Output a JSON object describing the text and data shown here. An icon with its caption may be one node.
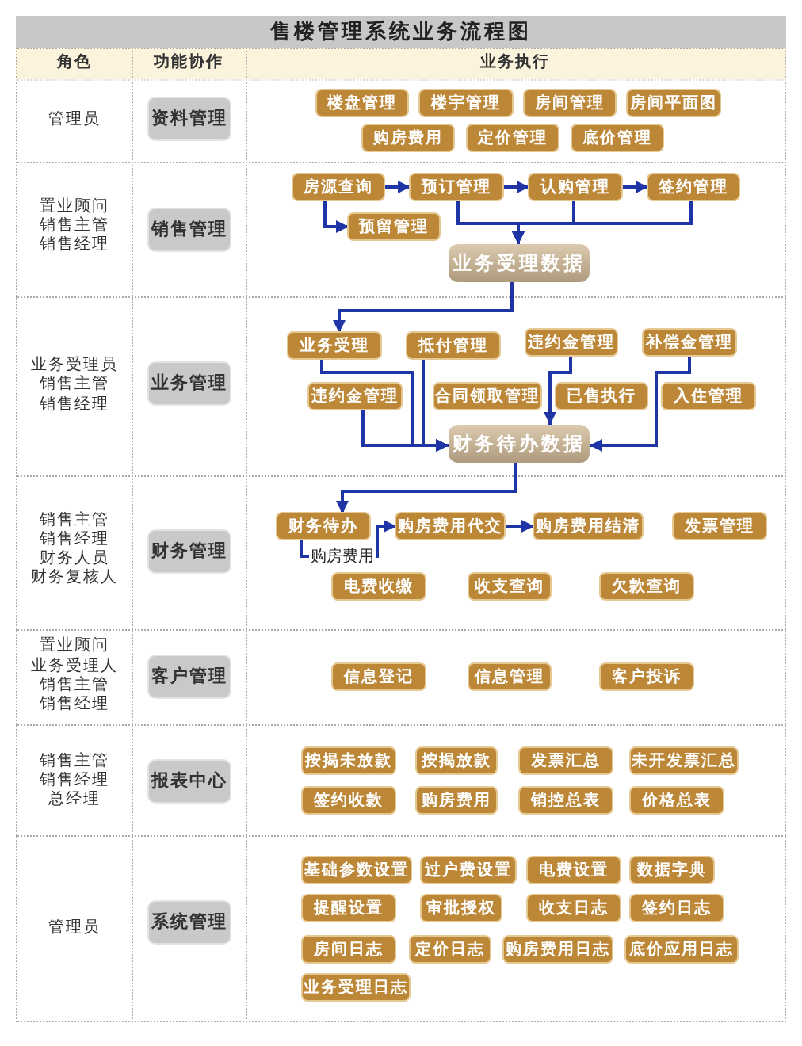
{
  "diagram": {
    "title": "售楼管理系统业务流程图",
    "nodes": [
      {
        "text": [
          "资料管理"
        ]
      },
      {
        "text": [
          "楼盘管理"
        ]
      },
      {
        "text": [
          "楼宇管理"
        ]
      },
      {
        "text": [
          "房间管理"
        ]
      },
      {
        "text": [
          "房间平面图"
        ]
      },
      {
        "text": [
          "购房费用"
        ]
      },
      {
        "text": [
          "定价管理"
        ]
      },
      {
        "text": [
          "底价管理"
        ]
      },
      {
        "text": [
          "销售管理"
        ]
      },
      {
        "text": [
          "房源查询"
        ]
      },
      {
        "text": [
          "预订管理"
        ]
      },
      {
        "text": [
          "认购管理"
        ]
      },
      {
        "text": [
          "签约管理"
        ]
      },
      {
        "text": [
          "预留管理"
        ]
      },
      {
        "text": [
          "业务受理数据"
        ]
      },
      {
        "text": [
          "业务管理"
        ]
      },
      {
        "text": [
          "业务受理"
        ]
      },
      {
        "text": [
          "抵付管理"
        ]
      },
      {
        "text": [
          "违约金管理"
        ]
      },
      {
        "text": [
          "补偿金管理"
        ]
      },
      {
        "text": [
          "违约金管理"
        ]
      },
      {
        "text": [
          "合同领取管理"
        ]
      },
      {
        "text": [
          "已售执行"
        ]
      },
      {
        "text": [
          "入住管理"
        ]
      },
      {
        "text": [
          "财务待办数据"
        ]
      },
      {
        "text": [
          "财务管理"
        ]
      },
      {
        "text": [
          "财务待办"
        ]
      },
      {
        "text": [
          "购房费用代交"
        ]
      },
      {
        "text": [
          "购房费用结清"
        ]
      },
      {
        "text": [
          "发票管理"
        ]
      },
      {
        "text": [
          "购房费用"
        ]
      },
      {
        "text": [
          "电费收缴"
        ]
      },
      {
        "text": [
          "收支查询"
        ]
      },
      {
        "text": [
          "欠款查询"
        ]
      },
      {
        "text": [
          "客户管理"
        ]
      },
      {
        "text": [
          "信息登记"
        ]
      },
      {
        "text": [
          "信息管理"
        ]
      },
      {
        "text": [
          "客户投诉"
        ]
      },
      {
        "text": [
          "报表中心"
        ]
      },
      {
        "text": [
          "按揭未放款"
        ]
      },
      {
        "text": [
          "按揭放款"
        ]
      },
      {
        "text": [
          "发票汇总"
        ]
      },
      {
        "text": [
          "未开发票汇总"
        ]
      },
      {
        "text": [
          "签约收款"
        ]
      },
      {
        "text": [
          "购房费用"
        ]
      },
      {
        "text": [
          "销控总表"
        ]
      },
      {
        "text": [
          "价格总表"
        ]
      },
      {
        "text": [
          "系统管理"
        ]
      },
      {
        "text": [
          "基础参数设置"
        ]
      },
      {
        "text": [
          "过户费设置"
        ]
      },
      {
        "text": [
          "电费设置"
        ]
      },
      {
        "text": [
          "数据字典"
        ]
      },
      {
        "text": [
          "提醒设置"
        ]
      },
      {
        "text": [
          "审批授权"
        ]
      },
      {
        "text": [
          "收支日志"
        ]
      },
      {
        "text": [
          "签约日志"
        ]
      },
      {
        "text": [
          "房间日志"
        ]
      },
      {
        "text": [
          "定价日志"
        ]
      },
      {
        "text": [
          "购房费用日志"
        ]
      },
      {
        "text": [
          "底价应用日志"
        ]
      },
      {
        "text": [
          "业务受理日志"
        ]
      }
    ],
    "edges": [
      {
        "from": 9,
        "to": 10,
        "arrow": "to"
      },
      {
        "from": 10,
        "to": 11,
        "arrow": "to"
      },
      {
        "from": 11,
        "to": 12,
        "arrow": "to"
      },
      {
        "from": 9,
        "to": 13,
        "arrow": "to"
      },
      {
        "from": 10,
        "to": 14,
        "arrow": "to"
      },
      {
        "from": 11,
        "to": 14,
        "arrow": "to"
      },
      {
        "from": 12,
        "to": 14,
        "arrow": "to"
      },
      {
        "from": 14,
        "to": 16,
        "arrow": "to"
      },
      {
        "from": 16,
        "to": 24,
        "arrow": "to"
      },
      {
        "from": 17,
        "to": 24,
        "arrow": "to"
      },
      {
        "from": 20,
        "to": 24,
        "arrow": "to"
      },
      {
        "from": 18,
        "to": 24,
        "arrow": "to"
      },
      {
        "from": 19,
        "to": 24,
        "arrow": "to"
      },
      {
        "from": 24,
        "to": 26,
        "arrow": "to"
      },
      {
        "from": 26,
        "to": 30,
        "arrow": "none"
      },
      {
        "from": 30,
        "to": 27,
        "arrow": "to"
      },
      {
        "from": 27,
        "to": 28,
        "arrow": "to"
      }
    ],
    "labels": [
      "角色",
      "功能协作",
      "业务执行",
      "管理员",
      "置业顾问",
      "销售主管",
      "销售经理",
      "业务受理员",
      "销售主管",
      "销售经理",
      "销售主管",
      "销售经理",
      "财务人员",
      "财务复核人",
      "置业顾问",
      "业务受理人",
      "销售主管",
      "销售经理",
      "销售主管",
      "销售经理",
      "总经理",
      "管理员"
    ]
  }
}
